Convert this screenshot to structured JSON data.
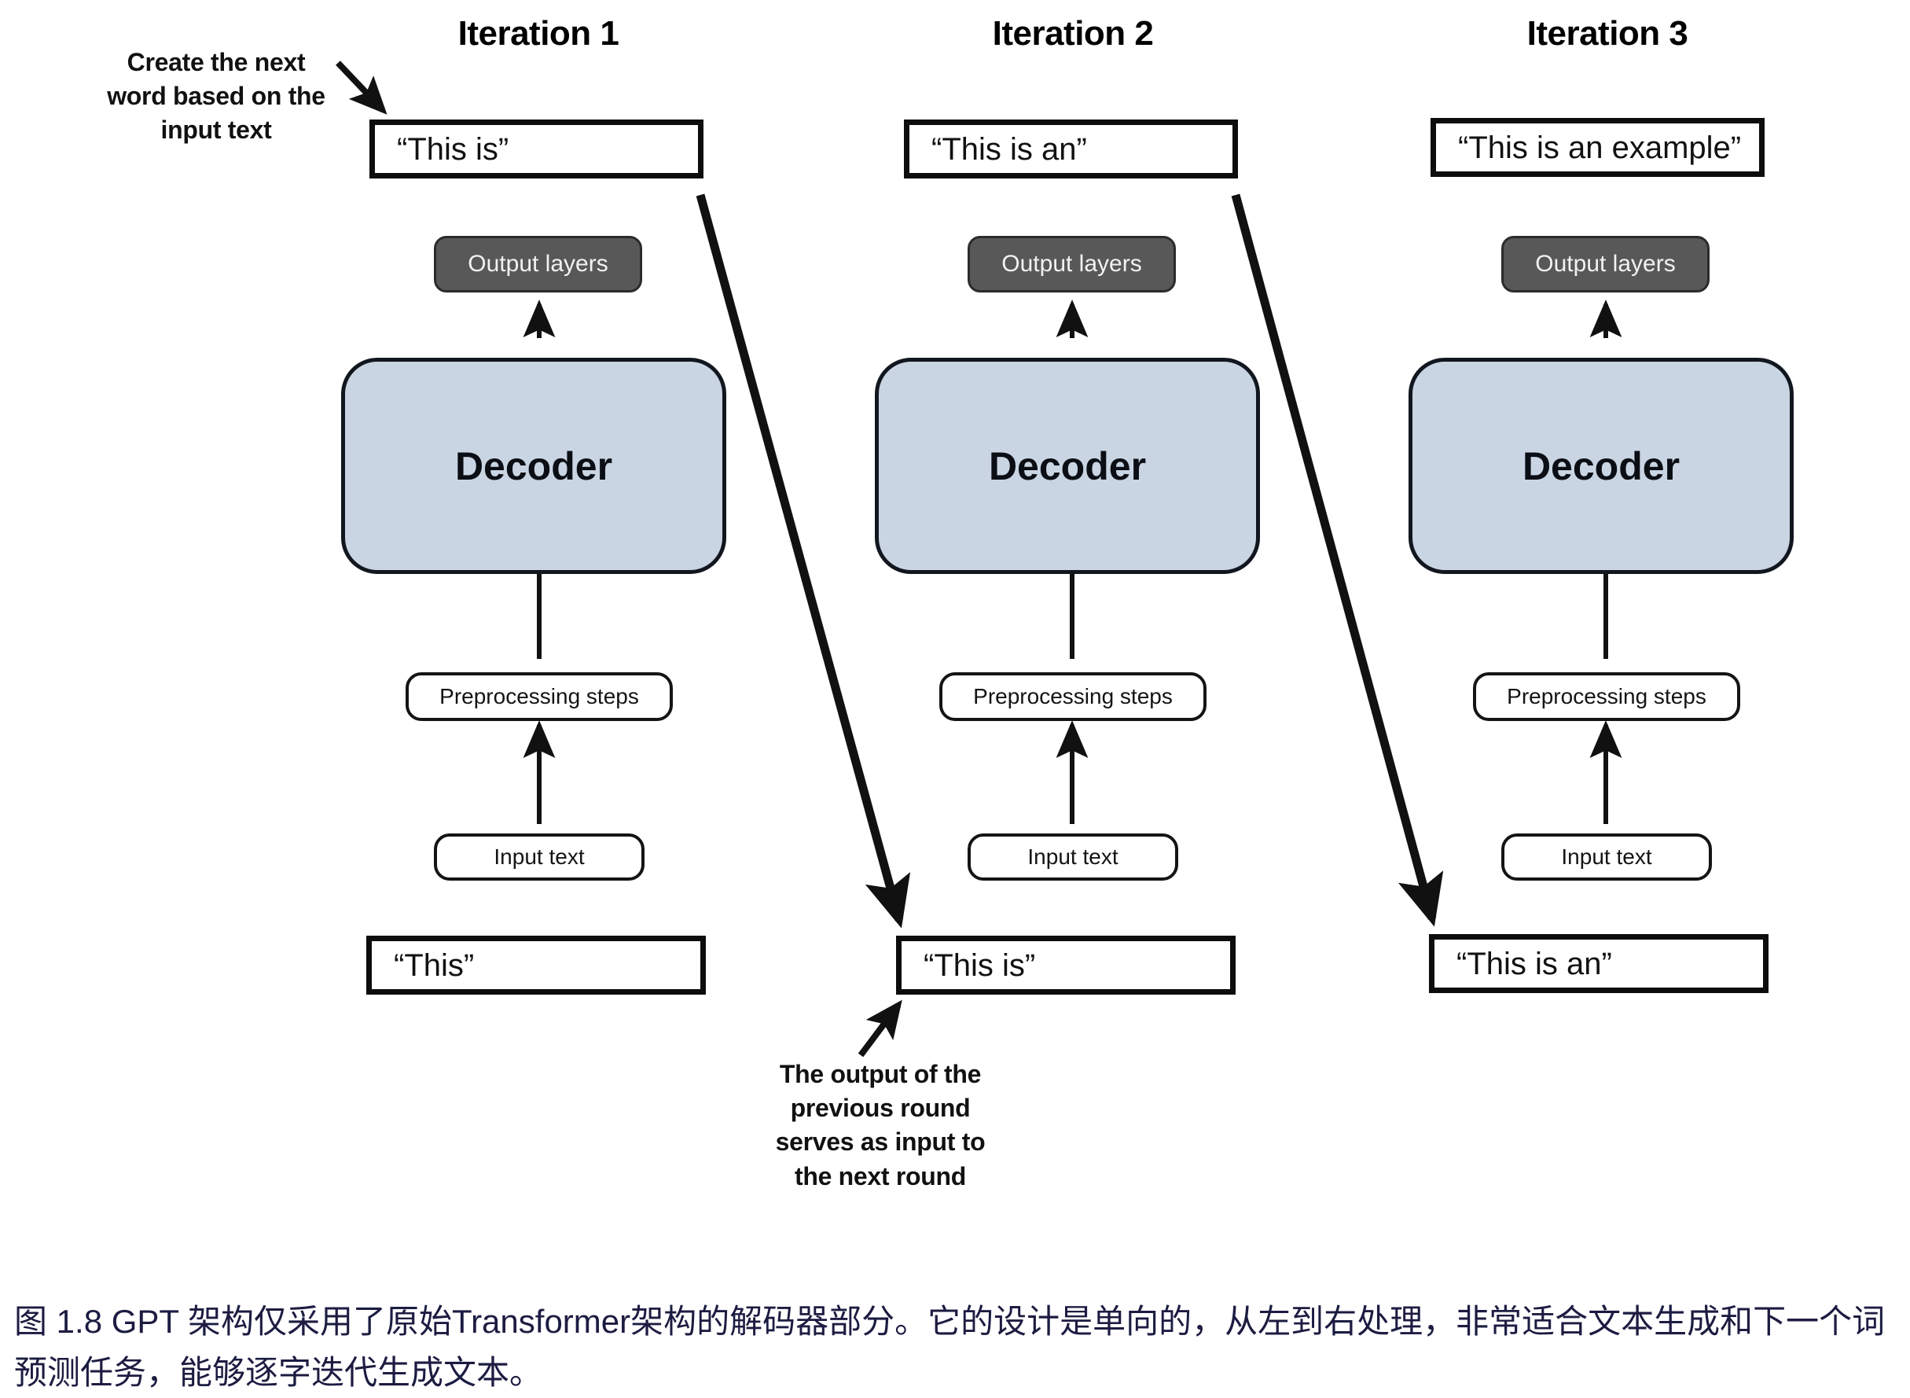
{
  "figure": {
    "columns": [
      {
        "title": "Iteration 1",
        "top_text": "“This is”",
        "output_layers": "Output layers",
        "decoder": "Decoder",
        "preprocessing": "Preprocessing steps",
        "input_text": "Input text",
        "bottom_text": "“This”"
      },
      {
        "title": "Iteration 2",
        "top_text": "“This is an”",
        "output_layers": "Output layers",
        "decoder": "Decoder",
        "preprocessing": "Preprocessing steps",
        "input_text": "Input text",
        "bottom_text": "“This is”"
      },
      {
        "title": "Iteration 3",
        "top_text": "“This is an example”",
        "output_layers": "Output layers",
        "decoder": "Decoder",
        "preprocessing": "Preprocessing steps",
        "input_text": "Input text",
        "bottom_text": "“This is an”"
      }
    ],
    "annotations": {
      "top_left": "Create the next\nword based on the\ninput text",
      "bottom_center": "The output of the\nprevious round\nserves as input to\nthe next round"
    },
    "caption": "图 1.8  GPT 架构仅采用了原始Transformer架构的解码器部分。它的设计是单向的，从左到右处理，非常适合文本生成和下一个词预测任务，能够逐字迭代生成文本。",
    "colors": {
      "decoder_fill": "#c9d5e3",
      "output_layers_fill": "#585858",
      "stroke": "#111111",
      "caption_text": "#1c1c42"
    }
  }
}
